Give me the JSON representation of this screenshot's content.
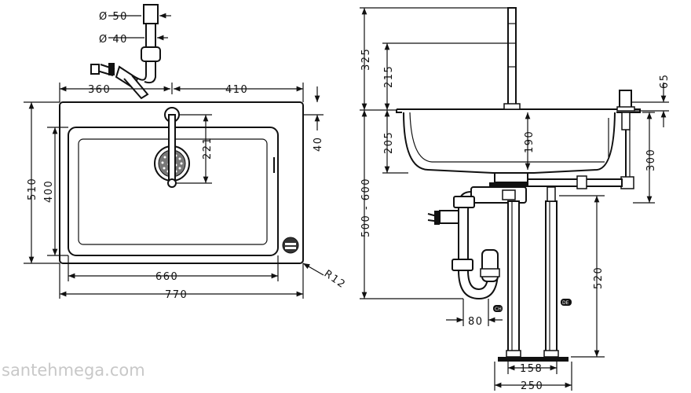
{
  "top_view": {
    "dims": {
      "outlet_d50": "Ø 50",
      "outlet_d40": "Ø 40",
      "left_offset": "360",
      "right_offset": "410",
      "overall_depth": "510",
      "bowl_depth": "400",
      "bowl_width": "660",
      "overall_width": "770",
      "spout_reach": "221",
      "rim_edge": "40",
      "corner_radius": "R12"
    }
  },
  "side_view": {
    "dims": {
      "faucet_height": "325",
      "spout_height": "215",
      "bowl_depth": "205",
      "inner_depth": "190",
      "cabinet_height": "500 - 600",
      "dispenser_top": "65",
      "dispenser_length": "300",
      "stand_height": "520",
      "trap_offset": "80",
      "foot_inner": "158",
      "foot_outer": "250"
    }
  },
  "watermark": "santehmega.com"
}
